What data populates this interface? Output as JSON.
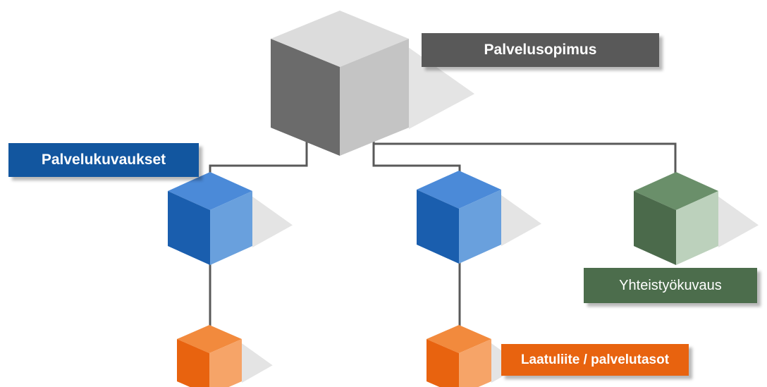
{
  "nodes": {
    "main": {
      "label": "Palvelusopimus",
      "colors": {
        "top": "#dcdcdc",
        "left": "#6b6b6b",
        "right": "#c4c4c4",
        "label_bg": "#595959"
      }
    },
    "service_descriptions": {
      "label": "Palvelukuvaukset",
      "colors": {
        "top": "#4b8ad8",
        "left": "#1a5eae",
        "right": "#69a0dd",
        "label_bg": "#12569f"
      }
    },
    "middle": {
      "colors": {
        "top": "#4b8ad8",
        "left": "#1a5eae",
        "right": "#69a0dd"
      }
    },
    "cooperation": {
      "label": "Yhteistyökuvaus",
      "colors": {
        "top": "#6a8f6a",
        "left": "#4b6a4b",
        "right": "#bcd1bc",
        "label_bg": "#4c6d4c"
      }
    },
    "quality_left": {
      "colors": {
        "top": "#f28a3d",
        "left": "#e8630f",
        "right": "#f6a468"
      }
    },
    "quality": {
      "label": "Laatuliite / palvelutasot",
      "colors": {
        "top": "#f28a3d",
        "left": "#e8630f",
        "right": "#f6a468",
        "label_bg": "#e8630f"
      }
    }
  },
  "connector_color": "#595959",
  "shadow_color": "#e4e4e4"
}
